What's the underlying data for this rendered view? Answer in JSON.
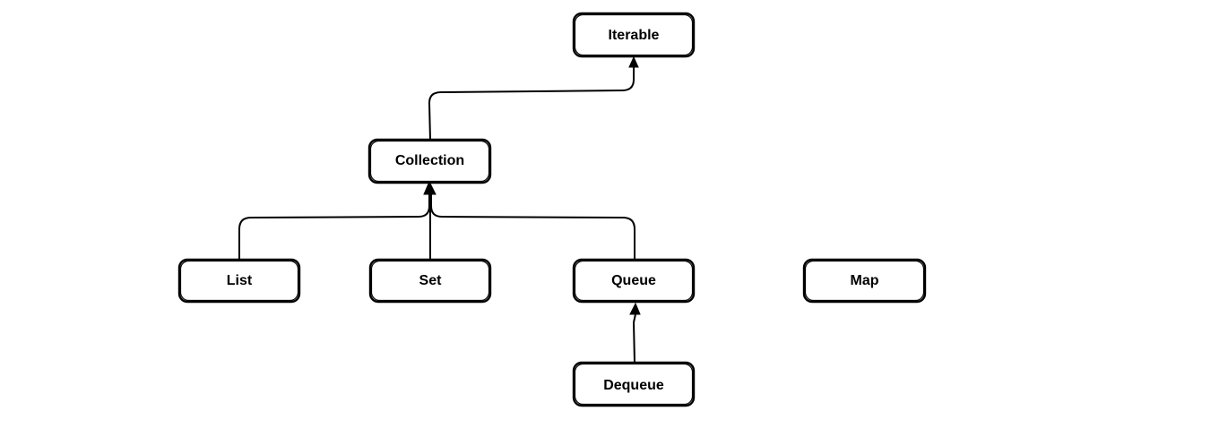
{
  "diagram": {
    "nodes": {
      "iterable": "Iterable",
      "collection": "Collection",
      "list": "List",
      "set": "Set",
      "queue": "Queue",
      "map": "Map",
      "dequeue": "Dequeue"
    },
    "edges": [
      {
        "from": "collection",
        "to": "iterable"
      },
      {
        "from": "list",
        "to": "collection"
      },
      {
        "from": "set",
        "to": "collection"
      },
      {
        "from": "queue",
        "to": "collection"
      },
      {
        "from": "dequeue",
        "to": "queue"
      }
    ]
  }
}
